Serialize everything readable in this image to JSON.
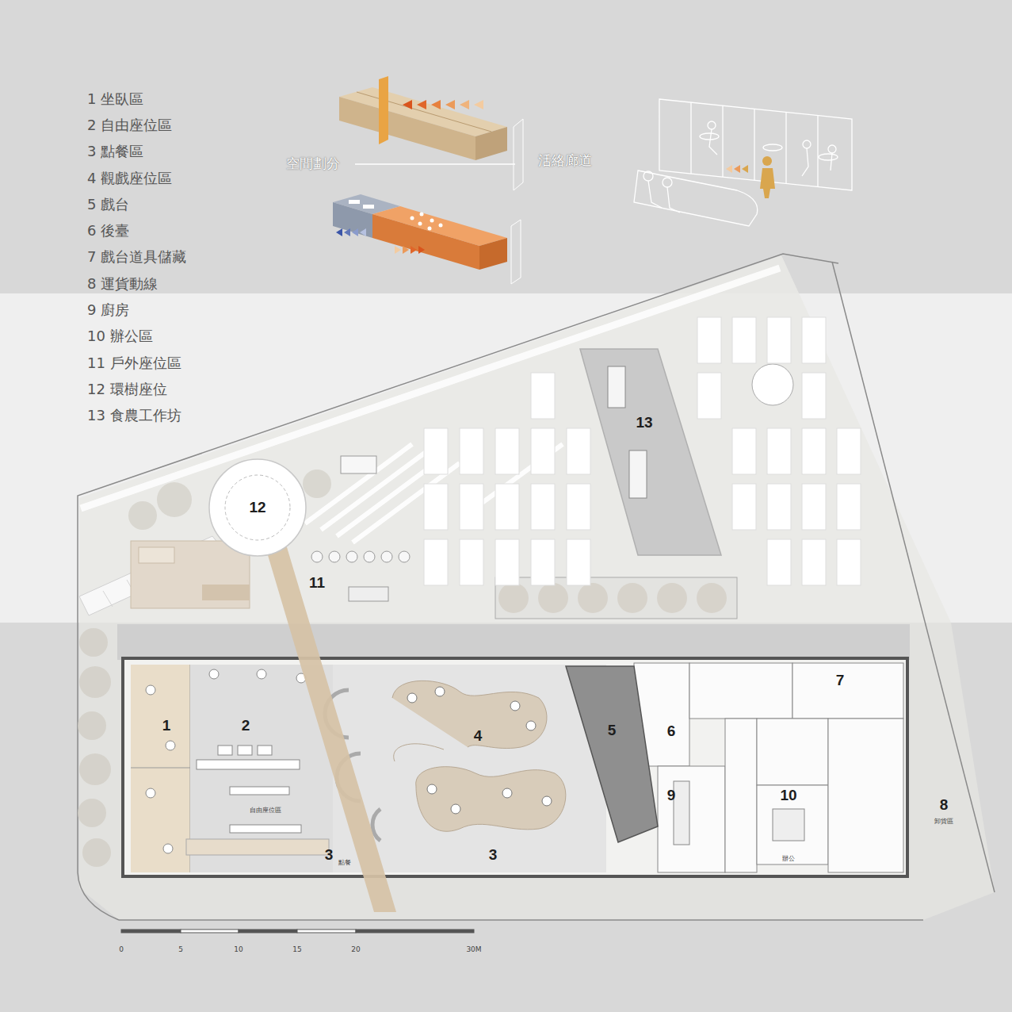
{
  "diagram": {
    "nodes": [
      {
        "text": [
          "13"
        ]
      },
      {
        "text": [
          "12"
        ]
      },
      {
        "text": [
          "5"
        ]
      }
    ],
    "labels": [
      "1 坐臥區",
      "2 自由座位區",
      "3 點餐區",
      "4 觀戲座位區",
      "5 戲台",
      "6 後臺",
      "7 戲台道具儲藏",
      "8 運貨動線",
      "9 廚房",
      "10 辦公區",
      "11 戶外座位區",
      "12 環樹座位",
      "13 食農工作坊",
      "空間劃分",
      "活絡廊道",
      "1",
      "2",
      "3",
      "4",
      "6",
      "7",
      "9",
      "10",
      "8",
      "11",
      "3",
      "自由座位區",
      "點餐",
      "辦公",
      "卸貨區",
      "0",
      "5",
      "10",
      "15",
      "20",
      "30M"
    ]
  }
}
